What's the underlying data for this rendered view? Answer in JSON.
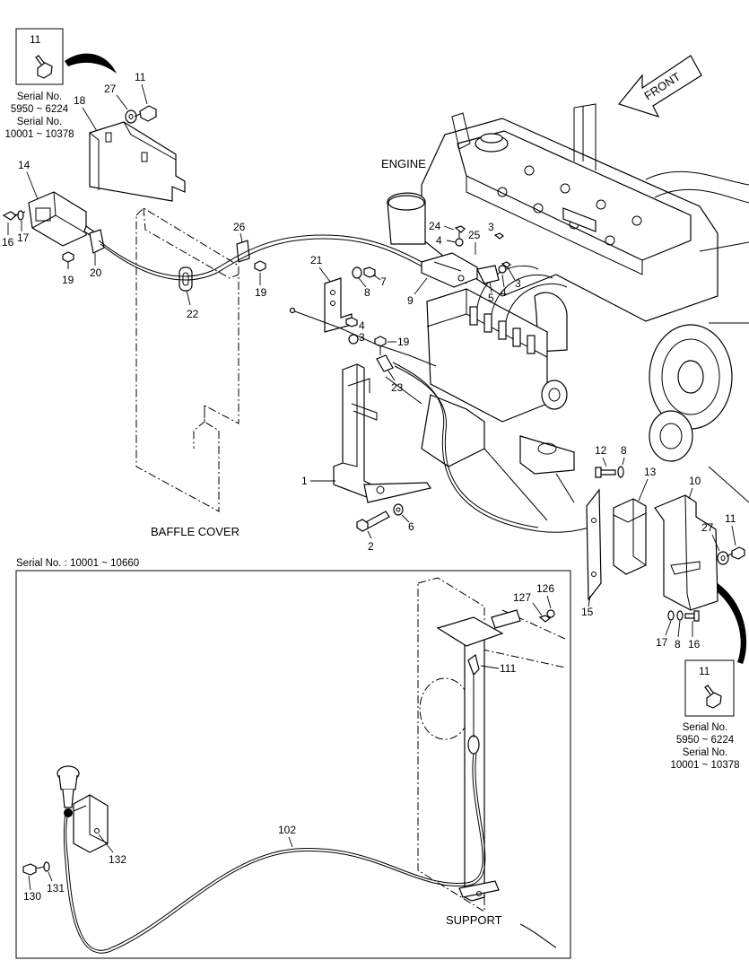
{
  "labels": {
    "engine": "ENGINE",
    "front": "FRONT",
    "baffle_cover": "BAFFLE COVER",
    "support": "SUPPORT",
    "inset_serial": "Serial No. : 10001 ~ 10660"
  },
  "callouts": {
    "c1": "1",
    "c2": "2",
    "c3a": "3",
    "c3b": "3",
    "c3c": "3",
    "c4a": "4",
    "c4b": "4",
    "c4c": "4",
    "c5": "5",
    "c6": "6",
    "c7": "7",
    "c8a": "8",
    "c8b": "8",
    "c8c": "8",
    "c9": "9",
    "c10": "10",
    "c11a": "11",
    "c11b": "11",
    "c11c": "11",
    "c11d": "11",
    "c12": "12",
    "c13": "13",
    "c14": "14",
    "c15": "15",
    "c16a": "16",
    "c16b": "16",
    "c17a": "17",
    "c17b": "17",
    "c18": "18",
    "c19a": "19",
    "c19b": "19",
    "c19c": "19",
    "c20": "20",
    "c21": "21",
    "c22": "22",
    "c23": "23",
    "c24": "24",
    "c25": "25",
    "c26": "26",
    "c27a": "27",
    "c27b": "27",
    "c102": "102",
    "c111": "111",
    "c126": "126",
    "c127": "127",
    "c130": "130",
    "c131": "131",
    "c132": "132"
  },
  "serial_boxes": {
    "top_left": [
      "Serial No.",
      "5950 ~ 6224",
      "Serial No.",
      "10001 ~ 10378"
    ],
    "bottom_right": [
      "Serial No.",
      "5950 ~ 6224",
      "Serial No.",
      "10001 ~ 10378"
    ]
  }
}
